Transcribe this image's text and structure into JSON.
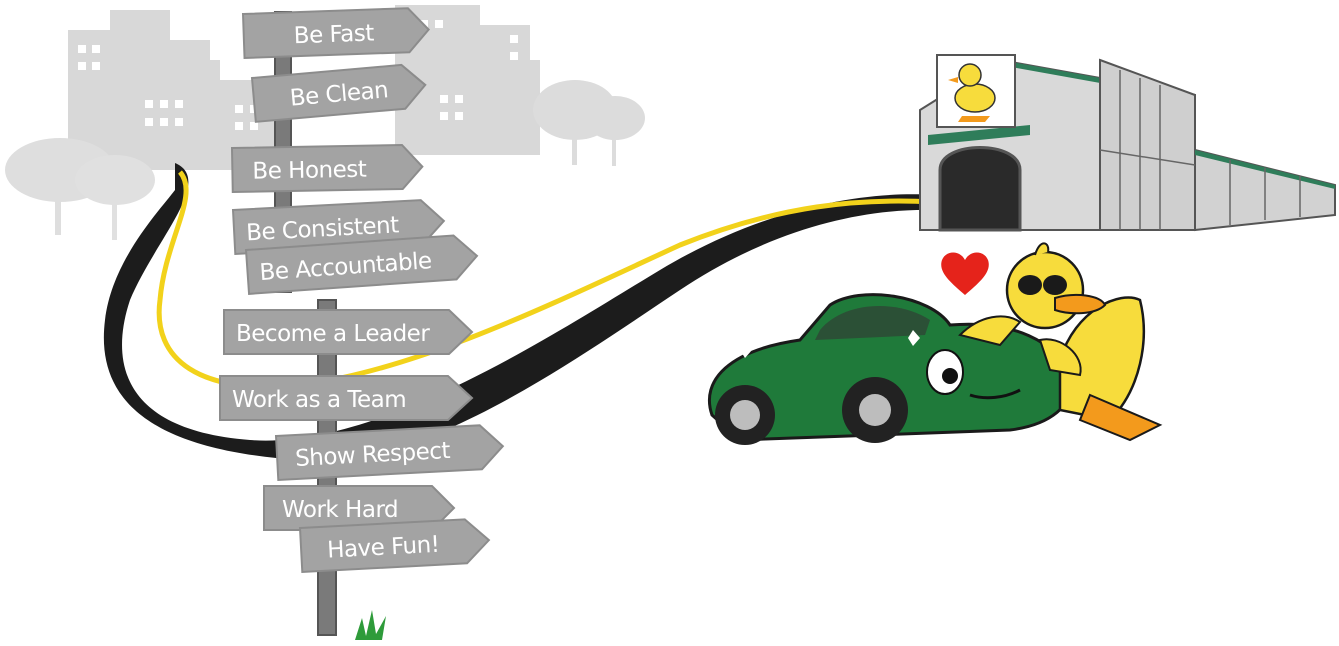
{
  "signpost": {
    "signs": [
      "Be Fast",
      "Be Clean",
      "Be Honest",
      "Be Consistent",
      "Be Accountable",
      "Become a Leader",
      "Work as a Team",
      "Show Respect",
      "Work Hard",
      "Have Fun!"
    ]
  },
  "colors": {
    "sign_fill": "#a3a3a3",
    "sign_stroke": "#8c8c8c",
    "pole": "#7a7a7a",
    "road": "#1f1f1f",
    "road_line": "#f2d21b",
    "city": "#d6d6d6",
    "car": "#1f7a3a",
    "duck": "#f7dc3c",
    "duck_beak": "#f39a1c",
    "heart": "#e5231b",
    "building_trim": "#2f7d5a",
    "grass": "#2e9b3a"
  },
  "icons": [
    "city-skyline",
    "road",
    "signpost",
    "car-wash-building",
    "duck-logo",
    "green-car",
    "duck-mascot",
    "heart-icon",
    "grass-tuft"
  ]
}
